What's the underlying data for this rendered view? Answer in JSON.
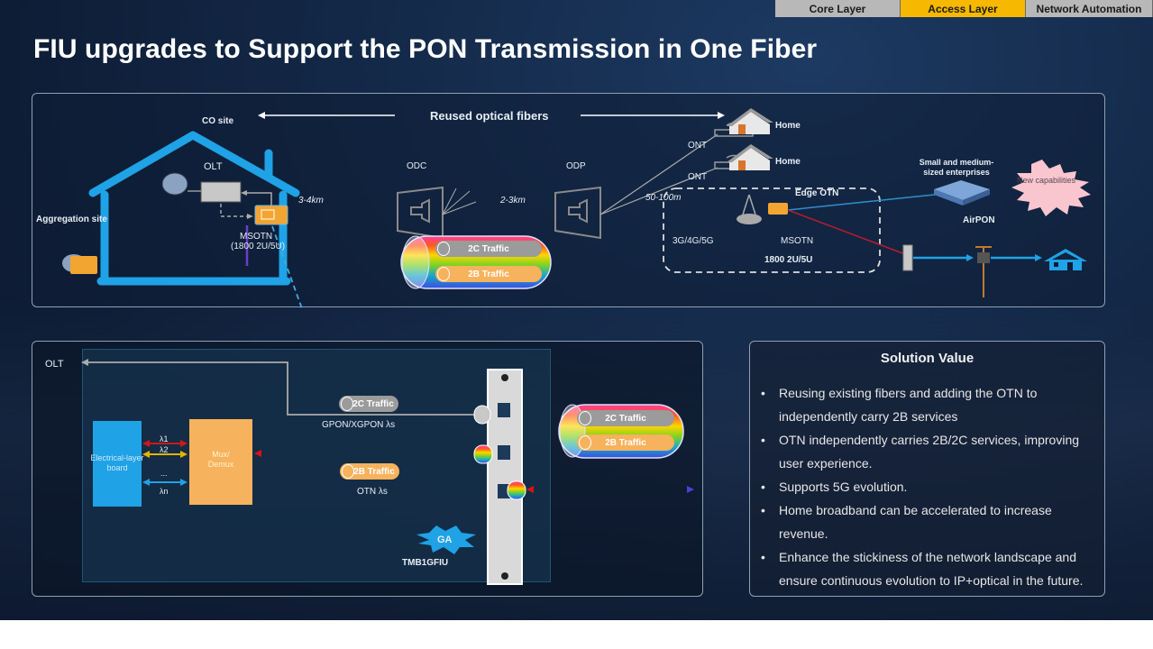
{
  "nav_tabs": [
    {
      "label": "Core Layer",
      "active": false
    },
    {
      "label": "Access Layer",
      "active": true
    },
    {
      "label": "Network Automation",
      "active": false
    }
  ],
  "title": "FIU upgrades to Support the PON Transmission in One Fiber",
  "colors": {
    "accent_active_tab": "#f6b800",
    "house_blue": "#1fa2e6",
    "traffic_2c": "#9b9b9b",
    "traffic_2b": "#f6b25c",
    "new_capabilities": "#f9c6cf"
  },
  "top_diagram": {
    "reused_fibers_label": "Reused optical fibers",
    "co_site_label": "CO site",
    "olt_label": "OLT",
    "aggregation_site_label": "Aggregation site",
    "msotn_label": "MSOTN",
    "msotn_model": "(1800 2U/5U)",
    "distance_1": "3-4km",
    "odc_label": "ODC",
    "distance_2": "2-3km",
    "odp_label": "ODP",
    "distance_3": "50-100m",
    "ont_labels": [
      "ONT",
      "ONT"
    ],
    "home_labels": [
      "Home",
      "Home"
    ],
    "traffic_2c": "2C Traffic",
    "traffic_2b": "2B Traffic",
    "edge_otn_label": "Edge OTN",
    "mobile_label": "3G/4G/5G",
    "edge_msotn_label": "MSOTN",
    "edge_msotn_model": "1800 2U/5U",
    "sme_label": "Small and medium-sized enterprises",
    "new_capabilities": "New capabilities",
    "airpon_label": "AirPON"
  },
  "bottom_diagram": {
    "olt_label": "OLT",
    "electrical_board": "Electrical-layer board",
    "mux_demux": "Mux/ Demux",
    "lambda_labels": [
      "λ1",
      "λ2",
      "...",
      "λn"
    ],
    "traffic_2c": "2C Traffic",
    "gpon_label": "GPON/XGPON λs",
    "traffic_2b": "2B Traffic",
    "otn_label": "OTN λs",
    "ga_badge": "GA",
    "board_name": "TMB1GFIU",
    "combined_2c": "2C Traffic",
    "combined_2b": "2B Traffic"
  },
  "solution_value": {
    "title": "Solution Value",
    "items": [
      "Reusing existing fibers and adding the OTN to independently carry 2B services",
      "OTN independently carries 2B/2C services, improving user experience.",
      "Supports 5G evolution.",
      "Home broadband can be accelerated to increase revenue.",
      "Enhance the stickiness of the network landscape and ensure continuous evolution to IP+optical in the future."
    ]
  }
}
